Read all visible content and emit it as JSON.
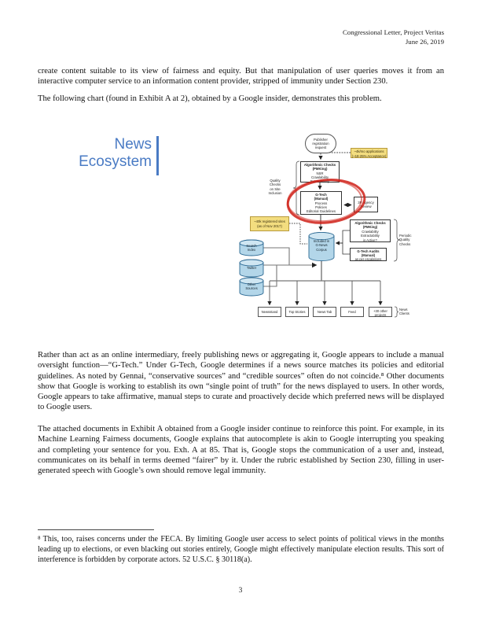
{
  "header": {
    "line1": "Congressional Letter, Project Veritas",
    "line2": "June 26, 2019"
  },
  "paragraphs": {
    "p1": "create content suitable to its view of fairness and equity. But that manipulation of user queries moves it from an interactive computer service to an information content provider, stripped of immunity under Section 230.",
    "p2": "The following chart (found in Exhibit A at 2), obtained by a Google insider, demonstrates this problem.",
    "p3": "Rather than act as an online intermediary, freely publishing news or aggregating it, Google appears to include a manual oversight function—“G-Tech.” Under G-Tech, Google determines if a news source matches its policies and editorial guidelines. As noted by Gennai, “conservative sources” and “credible sources” often do not coincide.⁸ Other documents show that Google is working to establish its own “single point of truth” for the news displayed to users. In other words, Google appears to take affirmative, manual steps to curate and proactively decide which preferred news will be displayed to Google users.",
    "p4": "The attached documents in Exhibit A obtained from a Google insider continue to reinforce this point. For example, in its Machine Learning Fairness documents, Google explains that autocomplete is akin to Google interrupting you speaking and completing your sentence for you. Exh. A at 85. That is, Google stops the communication of a user and, instead, communicates on its behalf in terms deemed “fairer” by it. Under the rubric established by Section 230, filling in user-generated speech with Google’s own should remove legal immunity."
  },
  "footnote": "⁸ This, too, raises concerns under the FECA. By limiting Google user access to select points of political views in the months leading up to elections, or even blacking out stories entirely, Google might effectively manipulate election results. This sort of interference is forbidden by corporate actors. 52 U.S.C. § 30118(a).",
  "page_number": "3",
  "diagram": {
    "accent_color": "#4a7bc4",
    "red_circle_color": "#cf2017",
    "note_color": "#f3dd7f",
    "cylinder_fill": "#b3d6e9",
    "title": {
      "line1": "News",
      "line2": "Ecosystem"
    },
    "nodes": {
      "publisher_oval": "Publisher\nregistration\nrequest",
      "note_applications": "~4k/mo applications\n(~18-25% Acceptance)",
      "algo_checks_top_title": "Algorithmic Checks\n(PMKing)",
      "algo_checks_top_body": "NSR\nCrawlability\nExtractability",
      "quality_checks_label": "Quality\nChecks\non Site\nInclusion",
      "gtech_title": "G-Tech\n(Manual)",
      "gtech_body": "Process\nPolicies\nEditorial Guidelines",
      "agency_review": "3P Agency\nReview",
      "note_registered": "~40k registered sites\n(as of Nov 2017)",
      "corpus_cylinder": "Included in\nG-News\nCorpus",
      "algo_checks_right_title": "Algorithmic Checks\n(PMKing)",
      "algo_checks_right_body": "Crawlability\nExtractability\nis Active?",
      "gtech_audits_title": "G-Tech Audits\n(Manual)",
      "gtech_audits_body": "as per escalations",
      "periodic_label": "Periodic\nQuality\nChecks",
      "search_index": "Search\nIndex",
      "twitter": "Twitter",
      "other_sources": "Other\nSources",
      "news_clients_label": "News\nClients"
    },
    "clients": [
      "Newsstand",
      "Top Stories",
      "News Tab",
      "Feed",
      "+30 other\nprojects"
    ]
  }
}
